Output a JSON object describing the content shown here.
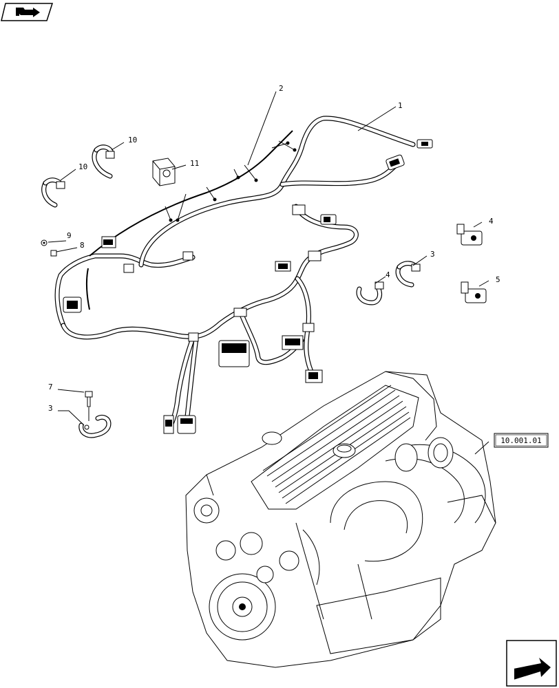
{
  "nav": {
    "back_icon": "book-arrow-icon",
    "next_icon": "forward-arrow-icon"
  },
  "reference": {
    "label": "10.001.01"
  },
  "callouts": {
    "c1": "1",
    "c2": "2",
    "c3a": "3",
    "c3b": "3",
    "c4a": "4",
    "c4b": "4",
    "c5": "5",
    "c7": "7",
    "c8": "8",
    "c9": "9",
    "c10a": "10",
    "c10b": "10",
    "c11": "11"
  }
}
